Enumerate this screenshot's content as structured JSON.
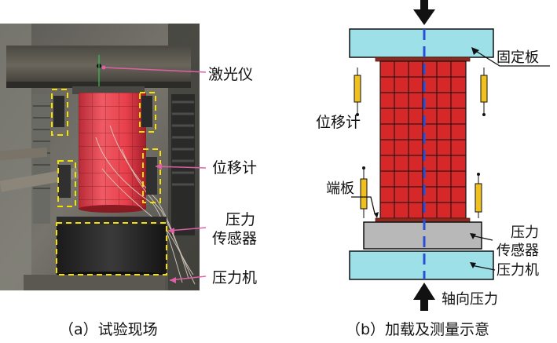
{
  "left_panel": {
    "labels": {
      "laser": "激光仪",
      "lvdt": "位移计",
      "sensor_line1": "压力",
      "sensor_line2": "传感器",
      "press": "压力机"
    },
    "caption": "（a）试验现场"
  },
  "right_panel": {
    "labels": {
      "fixed_plate": "固定板",
      "lvdt": "位移计",
      "end_plate": "端板",
      "sensor_line1": "压力",
      "sensor_line2": "传感器",
      "press": "压力机",
      "axial_pressure": "轴向压力"
    },
    "caption": "（b）加载及测量示意"
  },
  "colors": {
    "specimen_red": "#d62828",
    "plate_cyan": "#9ee0e8",
    "sensor_gray": "#b8b8b8",
    "axis_blue": "#2a4fd6",
    "lvdt_yellow": "#f0c020",
    "callout_pink": "#e060a8",
    "dash_yellow": "#f5e000"
  }
}
